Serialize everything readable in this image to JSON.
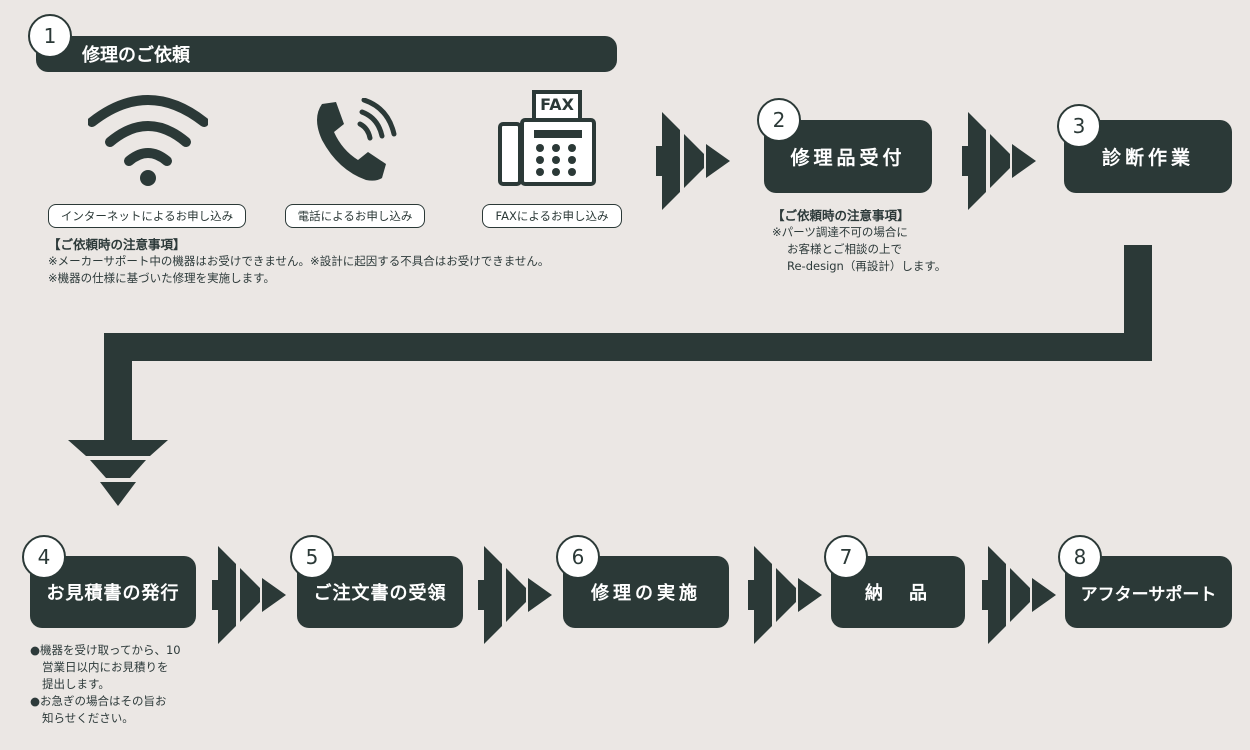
{
  "step1": {
    "num": "1",
    "title": "修理のご依頼",
    "methods": [
      {
        "label": "インターネットによるお申し込み",
        "icon": "wifi-icon"
      },
      {
        "label": "電話によるお申し込み",
        "icon": "phone-icon"
      },
      {
        "label": "FAXによるお申し込み",
        "icon": "fax-icon"
      }
    ],
    "fax_icon_text": "FAX",
    "note_heading": "【ご依頼時の注意事項】",
    "note_lines": [
      "※メーカーサポート中の機器はお受けできません。※設計に起因する不具合はお受けできません。",
      "※機器の仕様に基づいた修理を実施します。"
    ]
  },
  "step2": {
    "num": "2",
    "title": "修理品受付",
    "note_heading": "【ご依頼時の注意事項】",
    "note_lines": [
      "※パーツ調達不可の場合に",
      "お客様とご相談の上で",
      "Re-design（再設計）します。"
    ]
  },
  "step3": {
    "num": "3",
    "title": "診断作業"
  },
  "step4": {
    "num": "4",
    "title": "お見積書の発行",
    "note_lines": [
      "●機器を受け取ってから、10",
      "営業日以内にお見積りを",
      "提出します。",
      "●お急ぎの場合はその旨お",
      "知らせください。"
    ]
  },
  "step5": {
    "num": "5",
    "title": "ご注文書の受領"
  },
  "step6": {
    "num": "6",
    "title": "修理の実施"
  },
  "step7": {
    "num": "7",
    "title": "納　品"
  },
  "step8": {
    "num": "8",
    "title": "アフターサポート"
  },
  "colors": {
    "dark": "#2b3937",
    "background": "#ebe7e4"
  }
}
